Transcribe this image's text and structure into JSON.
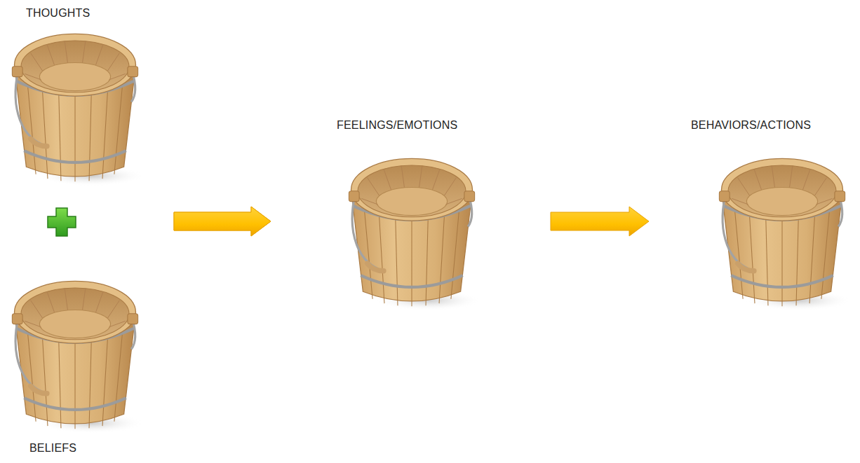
{
  "diagram": {
    "nodes": [
      {
        "text": [
          "THOUGHTS"
        ]
      },
      {
        "text": [
          "BELIEFS"
        ]
      },
      {
        "text": [
          "FEELINGS/EMOTIONS"
        ]
      },
      {
        "text": [
          "BEHAVIORS/ACTIONS"
        ]
      }
    ],
    "edges": [
      {
        "from": 0,
        "to": 2,
        "arrow": "to"
      },
      {
        "from": 1,
        "to": 2,
        "arrow": "to"
      },
      {
        "from": 2,
        "to": 3,
        "arrow": "to"
      }
    ]
  }
}
